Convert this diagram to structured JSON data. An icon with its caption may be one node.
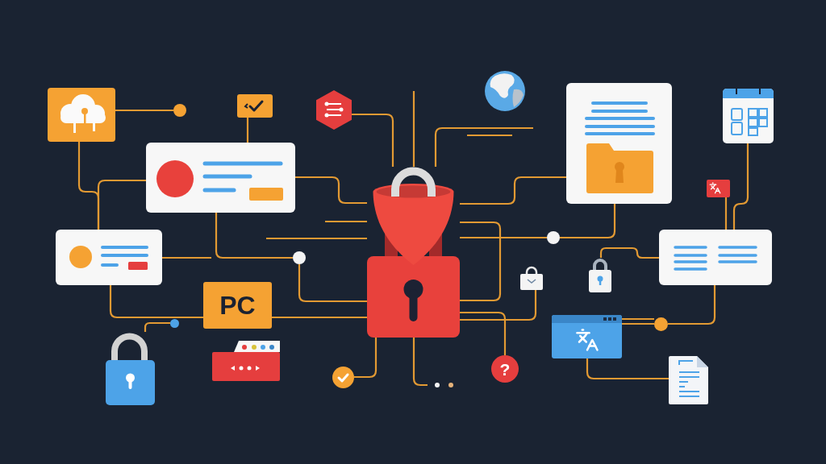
{
  "diagram": {
    "nodes": [
      {
        "text": [],
        "shape": "picture"
      },
      {
        "text": [],
        "shape": "circle"
      },
      {
        "text": [],
        "shape": "picture"
      },
      {
        "text": [],
        "shape": "hexagon"
      },
      {
        "text": [],
        "shape": "box"
      },
      {
        "text": [],
        "shape": "box"
      },
      {
        "text": [],
        "shape": "picture"
      },
      {
        "text": [],
        "shape": "circle"
      },
      {
        "text": [
          "PC"
        ]
      },
      {
        "text": [],
        "shape": "circle"
      },
      {
        "text": [],
        "shape": "picture"
      },
      {
        "text": [],
        "shape": "circle"
      },
      {
        "text": [
          "?"
        ]
      },
      {
        "text": [],
        "shape": "picture"
      },
      {
        "text": [],
        "shape": "box"
      },
      {
        "text": [],
        "shape": "circle"
      },
      {
        "text": [],
        "shape": "picture"
      },
      {
        "text": [],
        "shape": "picture"
      },
      {
        "text": [],
        "shape": "picture"
      },
      {
        "text": [],
        "shape": "box"
      },
      {
        "text": [],
        "shape": "picture"
      },
      {
        "text": [],
        "shape": "circle"
      },
      {
        "text": [],
        "shape": "picture"
      }
    ],
    "edges": [
      {
        "from": 0,
        "to": 1,
        "arrow": "none"
      },
      {
        "from": 0,
        "to": 5,
        "arrow": "none"
      },
      {
        "from": 4,
        "to": 5,
        "arrow": "none"
      },
      {
        "from": 2,
        "to": 4,
        "arrow": "none"
      },
      {
        "from": 3,
        "to": 6,
        "arrow": "none"
      },
      {
        "from": null,
        "to": 6,
        "arrow": "none"
      },
      {
        "from": 6,
        "to": null,
        "arrow": "none"
      },
      {
        "from": 4,
        "to": 6,
        "arrow": "none"
      },
      {
        "from": null,
        "to": 6,
        "arrow": "none"
      },
      {
        "from": null,
        "to": 6,
        "arrow": "none"
      },
      {
        "from": 4,
        "to": 7,
        "arrow": "none"
      },
      {
        "from": 5,
        "to": null,
        "arrow": "none"
      },
      {
        "from": 7,
        "to": 6,
        "arrow": "none"
      },
      {
        "from": 5,
        "to": 8,
        "arrow": "none"
      },
      {
        "from": 8,
        "to": 6,
        "arrow": "none"
      },
      {
        "from": 10,
        "to": 9,
        "arrow": "none"
      },
      {
        "from": 6,
        "to": 11,
        "arrow": "none"
      },
      {
        "from": 6,
        "to": null,
        "arrow": "none"
      },
      {
        "from": 6,
        "to": 6,
        "arrow": "none"
      },
      {
        "from": 6,
        "to": 15,
        "arrow": "none"
      },
      {
        "from": 15,
        "to": 14,
        "arrow": "none"
      },
      {
        "from": 6,
        "to": 14,
        "arrow": "none"
      },
      {
        "from": 13,
        "to": 6,
        "arrow": "none"
      },
      {
        "from": 6,
        "to": 12,
        "arrow": "none"
      },
      {
        "from": 19,
        "to": 16,
        "arrow": "none"
      },
      {
        "from": 18,
        "to": 19,
        "arrow": "none"
      },
      {
        "from": 17,
        "to": 19,
        "arrow": "none"
      },
      {
        "from": 19,
        "to": 21,
        "arrow": "none"
      },
      {
        "from": 21,
        "to": 20,
        "arrow": "none"
      },
      {
        "from": 20,
        "to": 22,
        "arrow": "none"
      },
      {
        "from": 21,
        "to": 20,
        "arrow": "none"
      }
    ]
  }
}
